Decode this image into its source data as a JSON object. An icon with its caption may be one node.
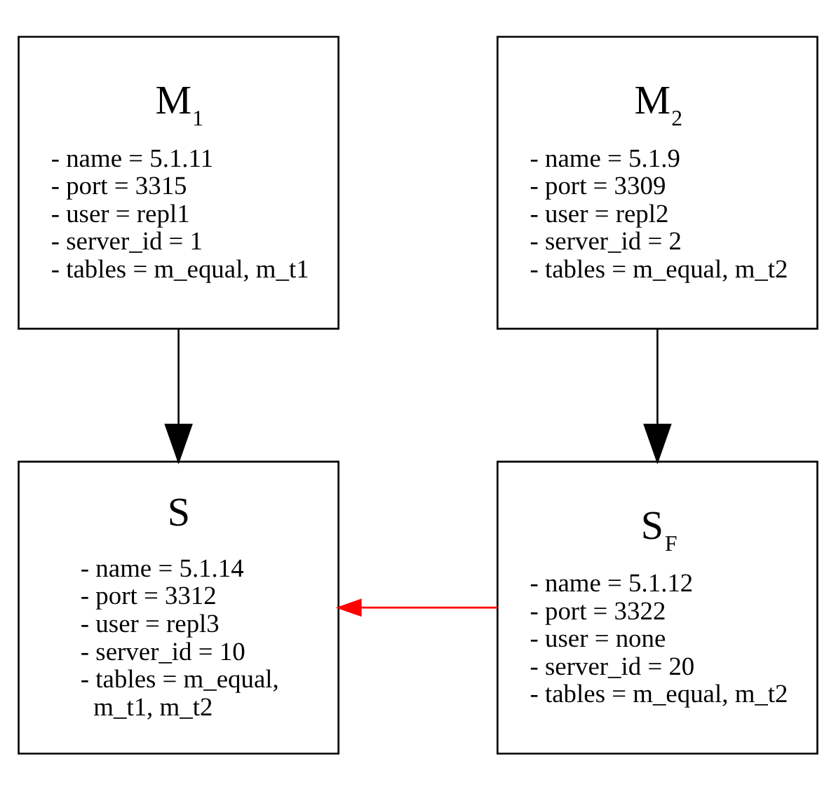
{
  "diagram": {
    "nodes": [
      {
        "text": [
          "M$_{1}$",
          "- name = 5.1.11",
          "- port = 3315",
          "- user = repl1",
          "- server_id = 1",
          "- tables = m_equal, m_t1"
        ]
      },
      {
        "text": [
          "M$_{2}$",
          "- name = 5.1.9",
          "- port = 3309",
          "- user = repl2",
          "- server_id = 2",
          "- tables = m_equal, m_t2"
        ]
      },
      {
        "text": [
          "S",
          "- name = 5.1.14",
          "- port = 3312",
          "- user = repl3",
          "- server_id = 10",
          "- tables = m_equal, m_t1, m_t2"
        ]
      },
      {
        "text": [
          "S$_{F}$",
          "- name = 5.1.12",
          "- port = 3322",
          "- user = none",
          "- server_id = 20",
          "- tables = m_equal, m_t2"
        ]
      }
    ],
    "edges": [
      {
        "from": 0,
        "to": 2,
        "arrow": "to"
      },
      {
        "from": 1,
        "to": 3,
        "arrow": "to"
      },
      {
        "from": 3,
        "to": 2,
        "arrow": "to",
        "color": "#ff0000"
      }
    ]
  }
}
